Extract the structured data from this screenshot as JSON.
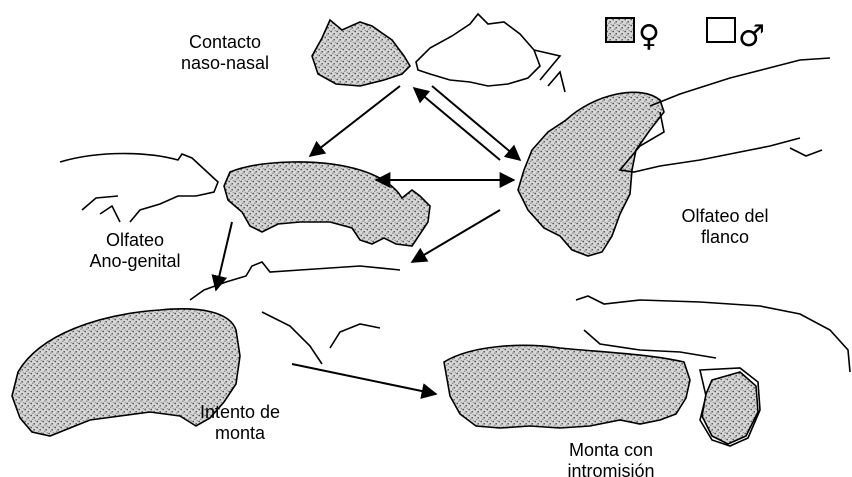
{
  "labels": {
    "nose_to_nose": [
      "Contacto",
      "naso-nasal"
    ],
    "anogenital": [
      "Olfateo",
      "Ano-genital"
    ],
    "flank": [
      "Olfateo del",
      "flanco"
    ],
    "mount_attempt": [
      "Intento de",
      "monta"
    ],
    "intromission": [
      "Monta con",
      "intromisión"
    ]
  },
  "legend": {
    "female_symbol": "♀",
    "male_symbol": "♂",
    "female_fill": "stippled",
    "male_fill": "white"
  },
  "colors": {
    "ink": "#000000",
    "background": "#ffffff",
    "stipple": "#9a9a9a"
  }
}
